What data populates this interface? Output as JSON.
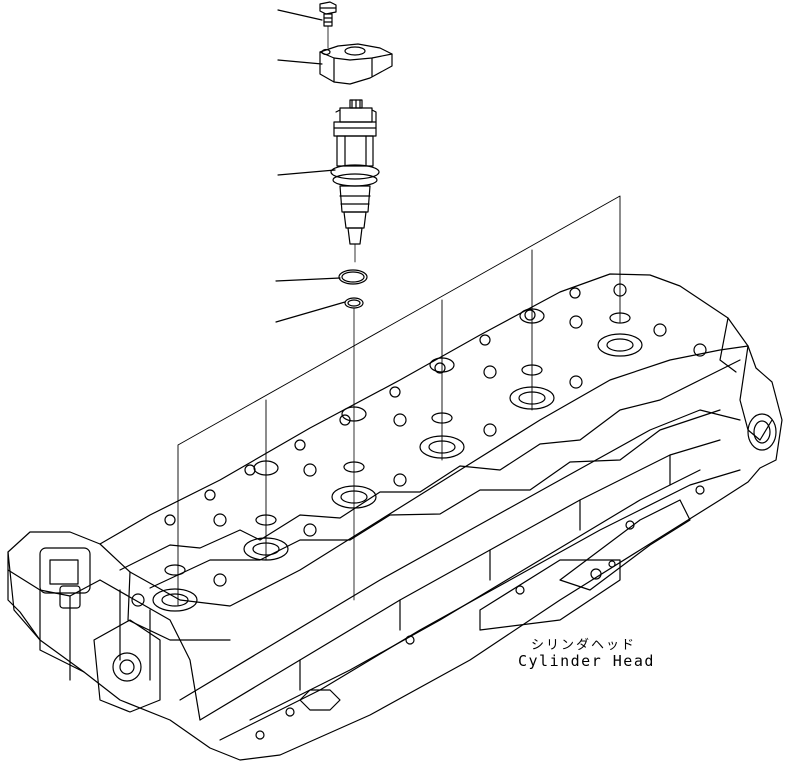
{
  "labels": {
    "part_name_jp": "シリンダヘッド",
    "part_name_en": "Cylinder Head"
  },
  "components": [
    {
      "name": "bolt-part"
    },
    {
      "name": "clamp-part"
    },
    {
      "name": "injector-part"
    },
    {
      "name": "o-ring-part"
    },
    {
      "name": "gasket-washer-part"
    }
  ],
  "colors": {
    "line": "#000000",
    "background": "#ffffff"
  }
}
